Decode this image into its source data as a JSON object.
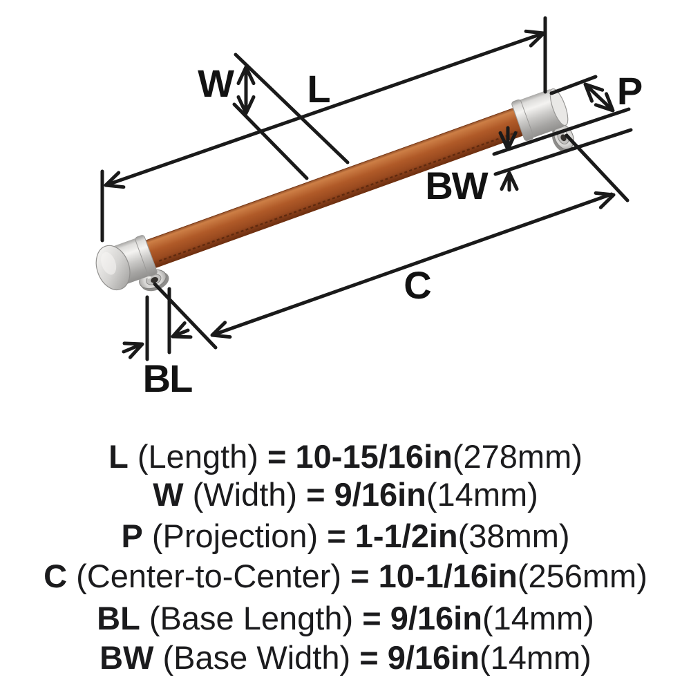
{
  "diagram": {
    "callouts": {
      "length": "L",
      "width": "W",
      "projection": "P",
      "center_to_center": "C",
      "base_length": "BL",
      "base_width": "BW"
    }
  },
  "legend": {
    "rows": [
      {
        "code": "L",
        "name": " (Length) ",
        "rest": "= 10-15/16in",
        "metric": "(278mm)"
      },
      {
        "code": "W",
        "name": " (Width) ",
        "rest": "= 9/16in",
        "metric": "(14mm)"
      },
      {
        "code": "P",
        "name": " (Projection) ",
        "rest": "= 1-1/2in",
        "metric": "(38mm)"
      },
      {
        "code": "C",
        "name": " (Center-to-Center) ",
        "rest": "= 10-1/16in",
        "metric": "(256mm)"
      },
      {
        "code": "BL",
        "name": " (Base Length) ",
        "rest": "= 9/16in",
        "metric": "(14mm)"
      },
      {
        "code": "BW",
        "name": " (Base Width) ",
        "rest": "= 9/16in",
        "metric": "(14mm)"
      }
    ]
  },
  "colors": {
    "background": "#ffffff",
    "line": "#1a1a1a",
    "leather_highlight": "#cd7f46",
    "leather_mid": "#b05a28",
    "leather_shadow": "#7b3715",
    "metal_light": "#f4f3f1",
    "metal_mid": "#c9c8c6",
    "metal_dark": "#8f8e8c"
  }
}
